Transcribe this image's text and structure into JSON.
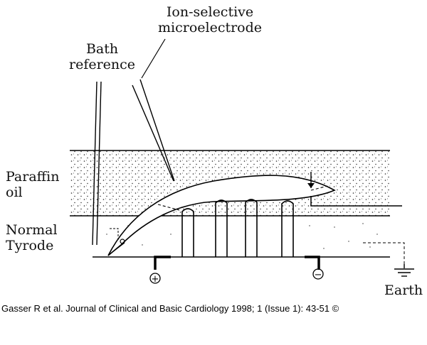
{
  "labels": {
    "electrode_line1": "Ion-selective",
    "electrode_line2": "microelectrode",
    "bath_line1": "Bath",
    "bath_line2": "reference",
    "paraffin_line1": "Paraffin",
    "paraffin_line2": "oil",
    "tyrode_line1": "Normal",
    "tyrode_line2": "Tyrode",
    "earth": "Earth"
  },
  "symbols": {
    "positive": "+",
    "negative": "−"
  },
  "credit": "Gasser R et al. Journal of Clinical and Basic Cardiology 1998; 1 (Issue 1): 43-51 ©"
}
